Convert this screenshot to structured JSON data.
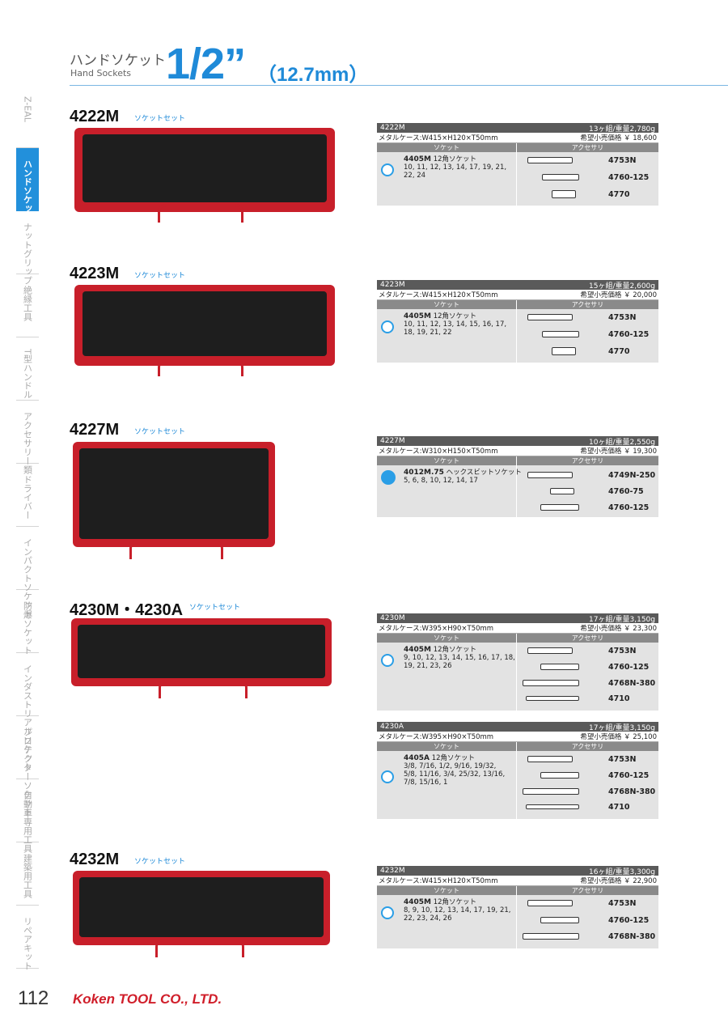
{
  "header": {
    "title_jp": "ハンドソケット",
    "title_en": "Hand Sockets",
    "size": "1/2”",
    "size_mm": "（12.7mm）"
  },
  "sidebar": [
    "Z-EAL",
    "ハンドソケット",
    "ナットグリップ",
    "絶縁工具",
    "T型ハンドル",
    "アクセサリー類",
    "ドライバー",
    "インパクトソケット",
    "防爆ソケット",
    "インダストリアルソケット",
    "プロテクターソケット",
    "自動車専用工具",
    "建築用工具",
    "リペアキット"
  ],
  "subtitle": "ソケットセット",
  "col_socket": "ソケット",
  "col_accessory": "アクセサリ",
  "price_label": "希望小売価格",
  "sets": [
    {
      "code": "4222M",
      "title": "4222M",
      "tables": [
        {
          "name": "4222M",
          "count": "13ヶ組/重量2,780g",
          "case": "メタルケース:W415×H120×T50mm",
          "price": "￥ 18,600",
          "socket_code": "4405M",
          "socket_type": "12角ソケット",
          "sizes": [
            "10, 11, 12, 13, 14, 17, 19, 21,",
            "22, 24"
          ],
          "acc": [
            "4753N",
            "4760-125",
            "4770"
          ]
        }
      ]
    },
    {
      "code": "4223M",
      "title": "4223M",
      "tables": [
        {
          "name": "4223M",
          "count": "15ヶ組/重量2,600g",
          "case": "メタルケース:W415×H120×T50mm",
          "price": "￥ 20,000",
          "socket_code": "4405M",
          "socket_type": "12角ソケット",
          "sizes": [
            "10, 11, 12, 13, 14, 15, 16, 17,",
            "18, 19, 21, 22"
          ],
          "acc": [
            "4753N",
            "4760-125",
            "4770"
          ]
        }
      ]
    },
    {
      "code": "4227M",
      "title": "4227M",
      "tables": [
        {
          "name": "4227M",
          "count": "10ヶ組/重量2,550g",
          "case": "メタルケース:W310×H150×T50mm",
          "price": "￥ 19,300",
          "socket_code": "4012M.75",
          "socket_type": "ヘックスビットソケット",
          "sizes": [
            "5, 6, 8, 10, 12, 14, 17"
          ],
          "acc": [
            "4749N-250",
            "4760-75",
            "4760-125"
          ]
        }
      ]
    },
    {
      "code": "4230M・4230A",
      "title": "4230M・4230A",
      "tables": [
        {
          "name": "4230M",
          "count": "17ヶ組/重量3,150g",
          "case": "メタルケース:W395×H90×T50mm",
          "price": "￥ 23,300",
          "socket_code": "4405M",
          "socket_type": "12角ソケット",
          "sizes": [
            "9, 10, 12, 13, 14, 15, 16, 17, 18,",
            "19, 21, 23, 26"
          ],
          "acc": [
            "4753N",
            "4760-125",
            "4768N-380",
            "4710"
          ]
        },
        {
          "name": "4230A",
          "count": "17ヶ組/重量3,150g",
          "case": "メタルケース:W395×H90×T50mm",
          "price": "￥ 25,100",
          "socket_code": "4405A",
          "socket_type": "12角ソケット",
          "sizes": [
            "3/8, 7/16, 1/2, 9/16, 19/32,",
            "5/8, 11/16, 3/4, 25/32, 13/16,",
            "7/8, 15/16, 1"
          ],
          "acc": [
            "4753N",
            "4760-125",
            "4768N-380",
            "4710"
          ]
        }
      ]
    },
    {
      "code": "4232M",
      "title": "4232M",
      "tables": [
        {
          "name": "4232M",
          "count": "16ヶ組/重量3,300g",
          "case": "メタルケース:W415×H120×T50mm",
          "price": "￥ 22,900",
          "socket_code": "4405M",
          "socket_type": "12角ソケット",
          "sizes": [
            "8, 9, 10, 12, 13, 14, 17, 19, 21,",
            "22, 23, 24, 26"
          ],
          "acc": [
            "4753N",
            "4760-125",
            "4768N-380"
          ]
        }
      ]
    }
  ],
  "footer": {
    "page": "112",
    "brand": "Koken TOOL CO., LTD."
  }
}
